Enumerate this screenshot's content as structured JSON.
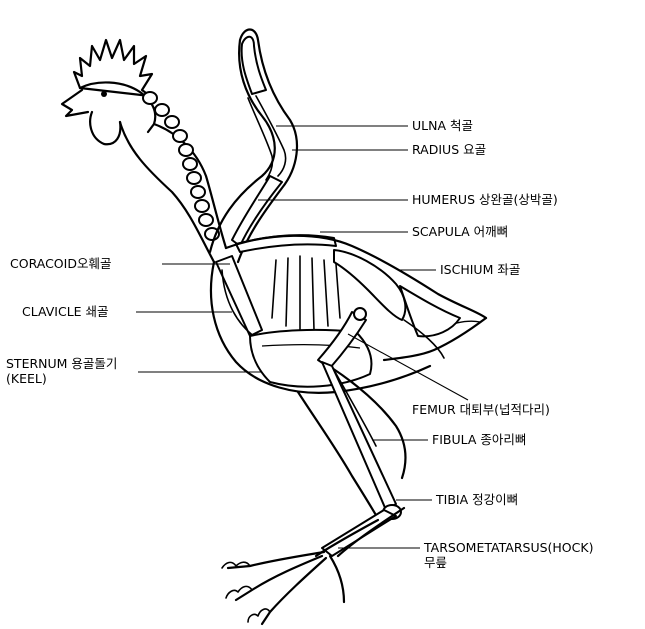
{
  "labels": {
    "ulna": "ULNA 척골",
    "radius": "RADIUS 요골",
    "humerus": "HUMERUS 상완골(상박골)",
    "scapula": "SCAPULA 어깨뼈",
    "coracoid": "CORACOID오훼골",
    "ischium": "ISCHIUM 좌골",
    "clavicle": "CLAVICLE 쇄골",
    "sternum_line1": "STERNUM 용골돌기",
    "sternum_line2": "(KEEL)",
    "femur": "FEMUR 대퇴부(넙적다리)",
    "fibula": "FIBULA 종아리뼈",
    "tibia": "TIBIA 정강이뼈",
    "tarsometatarsus_line1": "TARSOMETATARSUS(HOCK)",
    "tarsometatarsus_line2": "무릎"
  }
}
